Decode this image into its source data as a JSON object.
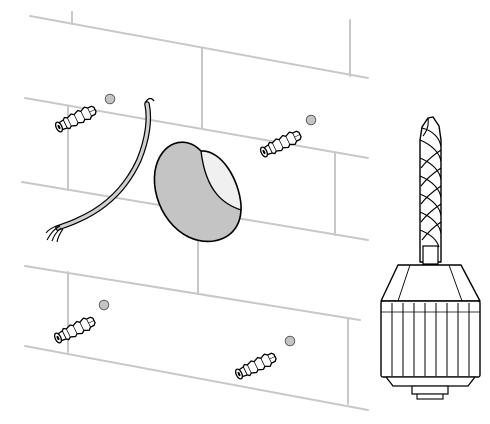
{
  "diagram": {
    "kind": "wall-mounting-illustration",
    "labels": [],
    "elements": [
      "brick-wall",
      "wall-anchor",
      "drilled-hole",
      "wall-recess",
      "electrical-cable",
      "drill-bit",
      "drill-chuck"
    ],
    "counts": {
      "wall_anchors": 4,
      "drilled_holes": 4,
      "cables": 1,
      "drill_bits": 1
    },
    "colors": {
      "line": "#000000",
      "mortar_line": "#c8c8c8",
      "recess_shadow": "#c4c4c4",
      "recess_light": "#f0f0f0",
      "cable_fill": "#d0d0d0",
      "background": "#ffffff"
    }
  }
}
